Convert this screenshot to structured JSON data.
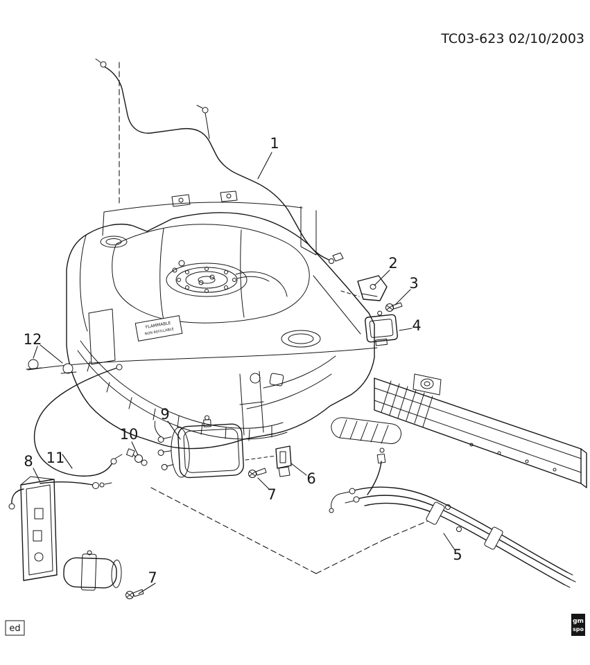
{
  "header": {
    "drawing_code": "TC03-623 02/10/2003"
  },
  "tank": {
    "warning_line1": "FLAMMABLE",
    "warning_line2": "NON REFILLABLE"
  },
  "callouts": {
    "c1": "1",
    "c2": "2",
    "c3": "3",
    "c4": "4",
    "c5": "5",
    "c6": "6",
    "c7a": "7",
    "c7b": "7",
    "c8": "8",
    "c9": "9",
    "c10": "10",
    "c11": "11",
    "c12": "12"
  },
  "footer": {
    "editor_badge": "ed",
    "brand_line1": "gm",
    "brand_line2": "spo"
  }
}
